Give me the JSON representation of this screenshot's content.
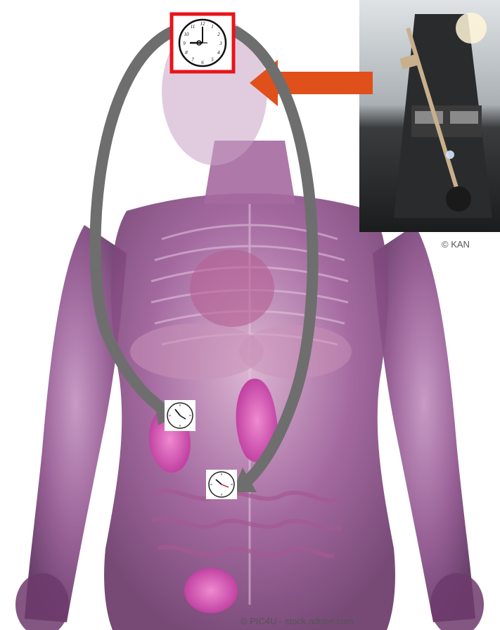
{
  "credits": {
    "photo_credit": "© KAN",
    "image_credit": "© PIC4U - stock.adobe.com"
  },
  "clocks": [
    {
      "name": "central-clock",
      "numbers": [
        "12",
        "1",
        "2",
        "3",
        "4",
        "5",
        "6",
        "7",
        "8",
        "9",
        "10",
        "11"
      ]
    },
    {
      "name": "kidney-clock"
    },
    {
      "name": "intestine-clock"
    }
  ],
  "icons": {
    "metronome_photo": "metronome-icon",
    "arrow_in": "arrow-right-to-left-icon",
    "cycle_arrow_left": "curved-arrow-icon",
    "cycle_arrow_right": "curved-arrow-icon"
  },
  "colors": {
    "clock_frame": "#e8141b",
    "signal_arrow": "#e0501a",
    "cycle_arrow": "#6e6e6e",
    "body_tone": "#8a4d88",
    "organ_pink": "#d94fb0"
  }
}
